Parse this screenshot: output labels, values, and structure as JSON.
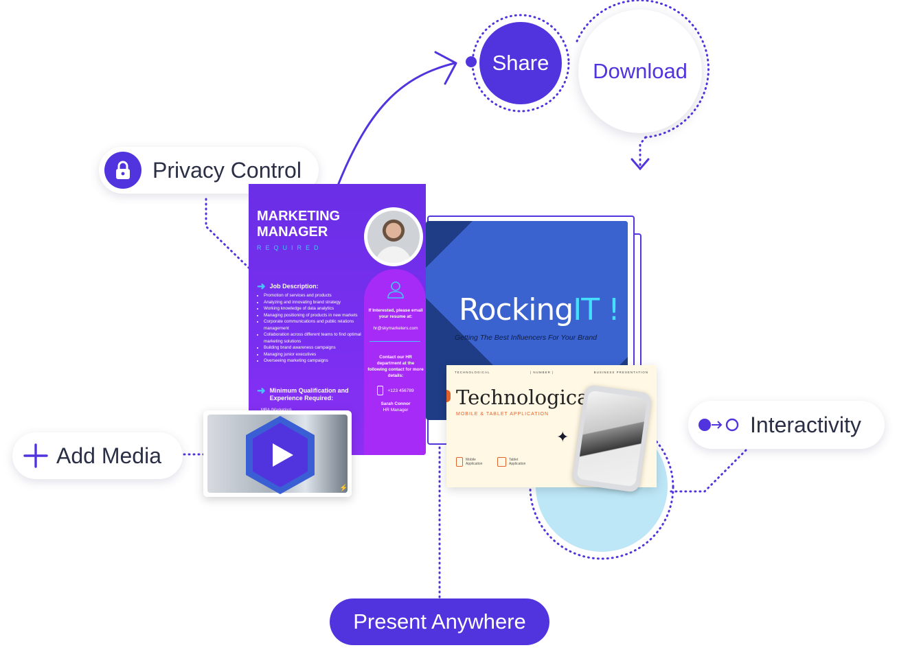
{
  "labels": {
    "share": "Share",
    "download": "Download",
    "privacy_control": "Privacy Control",
    "add_media": "Add Media",
    "interactivity": "Interactivity",
    "present_anywhere": "Present Anywhere"
  },
  "poster": {
    "title": "MARKETING MANAGER",
    "subtitle": "REQUIRED",
    "job_heading": "Job Description:",
    "duties": [
      "Promotion of services and products",
      "Analyzing and innovating brand strategy",
      "Working knowledge of data analytics",
      "Managing positioning of products in new markets",
      "Corporate communications and public relations management",
      "Collaboration across different teams to find optimal marketing solutions",
      "Building brand awareness campaigns",
      "Managing junior executives",
      "Overseeing marketing campaigns"
    ],
    "qualification_heading": "Minimum Qualification and Experience Required:",
    "qualification_first": "MBA (Marketing)",
    "interest_text": "If Interested, please email your resume at:",
    "email": "hr@skymarketers.com",
    "contact_text": "Contact our HR department at the following contact for more details:",
    "phone": "+123 456789",
    "contact_name": "Sarah Connor",
    "contact_role": "HR Manager"
  },
  "rocking_slide": {
    "title_main": "Rocking",
    "title_accent": "IT !",
    "subtitle": "Getting The Best Influencers For Your Brand"
  },
  "tech_slide": {
    "top_left": "TECHNOLOGICAL",
    "top_center": "| NUMBER |",
    "top_right": "BUSINESS PRESENTATION",
    "title": "Technological",
    "subtitle": "MOBILE & TABLET APPLICATION",
    "item1": "Mobile Application",
    "item2": "Tablet Application"
  },
  "colors": {
    "brand_purple": "#5234de",
    "poster_purple": "#7a2ff0",
    "light_blue": "#bde7f7",
    "cyan": "#46c6ff"
  }
}
